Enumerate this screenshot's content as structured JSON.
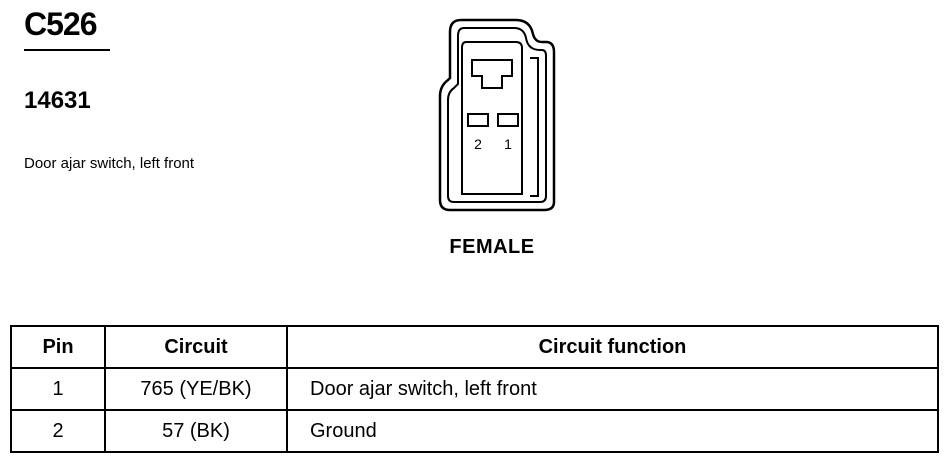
{
  "connector": {
    "id": "C526",
    "part_number": "14631",
    "description": "Door ajar switch, left front",
    "gender": "FEMALE"
  },
  "pin_labels": [
    "2",
    "1"
  ],
  "table": {
    "headers": [
      "Pin",
      "Circuit",
      "Circuit function"
    ],
    "rows": [
      {
        "pin": "1",
        "circuit": "765 (YE/BK)",
        "function": "Door ajar switch, left front"
      },
      {
        "pin": "2",
        "circuit": "57 (BK)",
        "function": "Ground"
      }
    ]
  }
}
